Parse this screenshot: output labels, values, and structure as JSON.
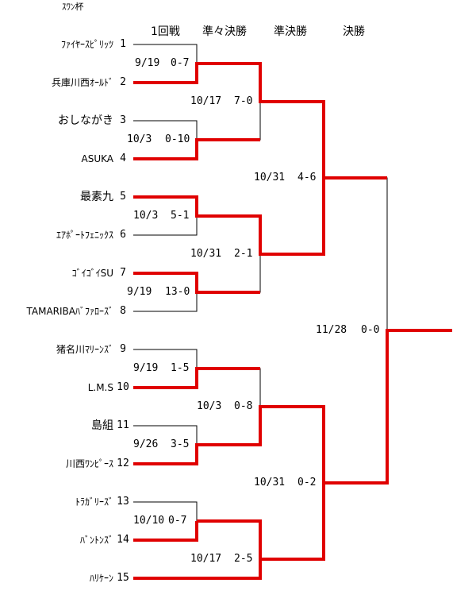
{
  "title": "ｽﾜﾝ杯",
  "rounds": [
    "1回戦",
    "準々決勝",
    "準決勝",
    "決勝"
  ],
  "colors": {
    "winner_line": "#e00000",
    "bracket_line": "#000000"
  },
  "teams": [
    {
      "seed": "1",
      "name": "ﾌｧｲﾔｰｽﾋﾟﾘｯﾂ"
    },
    {
      "seed": "2",
      "name": "兵庫川西ｵｰﾙﾄﾞ"
    },
    {
      "seed": "3",
      "name": "おしながき"
    },
    {
      "seed": "4",
      "name": "ASUKA"
    },
    {
      "seed": "5",
      "name": "最素九"
    },
    {
      "seed": "6",
      "name": "ｴｱﾎﾟｰﾄﾌｪﾆｯｸｽ"
    },
    {
      "seed": "7",
      "name": "ｺﾞｲｺﾞｲSU"
    },
    {
      "seed": "8",
      "name": "TAMARIBAﾊﾞﾌｧﾛｰｽﾞ"
    },
    {
      "seed": "9",
      "name": "猪名川ﾏﾘｰﾝｽﾞ"
    },
    {
      "seed": "10",
      "name": "L.M.S"
    },
    {
      "seed": "11",
      "name": "島組"
    },
    {
      "seed": "12",
      "name": "川西ﾜﾝﾋﾟｰｽ"
    },
    {
      "seed": "13",
      "name": "ﾄﾗｶﾞﾘｰｽﾞ"
    },
    {
      "seed": "14",
      "name": "ﾊﾞﾝﾄﾝｽﾞ"
    },
    {
      "seed": "15",
      "name": "ﾊﾘｹｰﾝ"
    }
  ],
  "matches": {
    "r1": [
      {
        "date": "9/19",
        "score": "0-7"
      },
      {
        "date": "10/3",
        "score": "0-10"
      },
      {
        "date": "10/3",
        "score": "5-1"
      },
      {
        "date": "9/19",
        "score": "13-0"
      },
      {
        "date": "9/19",
        "score": "1-5"
      },
      {
        "date": "9/26",
        "score": "3-5"
      },
      {
        "date": "10/10",
        "score": "0-7"
      }
    ],
    "qf": [
      {
        "date": "10/17",
        "score": "7-0"
      },
      {
        "date": "10/31",
        "score": "2-1"
      },
      {
        "date": "10/3",
        "score": "0-8"
      },
      {
        "date": "10/17",
        "score": "2-5"
      }
    ],
    "sf": [
      {
        "date": "10/31",
        "score": "4-6"
      },
      {
        "date": "10/31",
        "score": "0-2"
      }
    ],
    "final": {
      "date": "11/28",
      "score": "0-0"
    }
  }
}
